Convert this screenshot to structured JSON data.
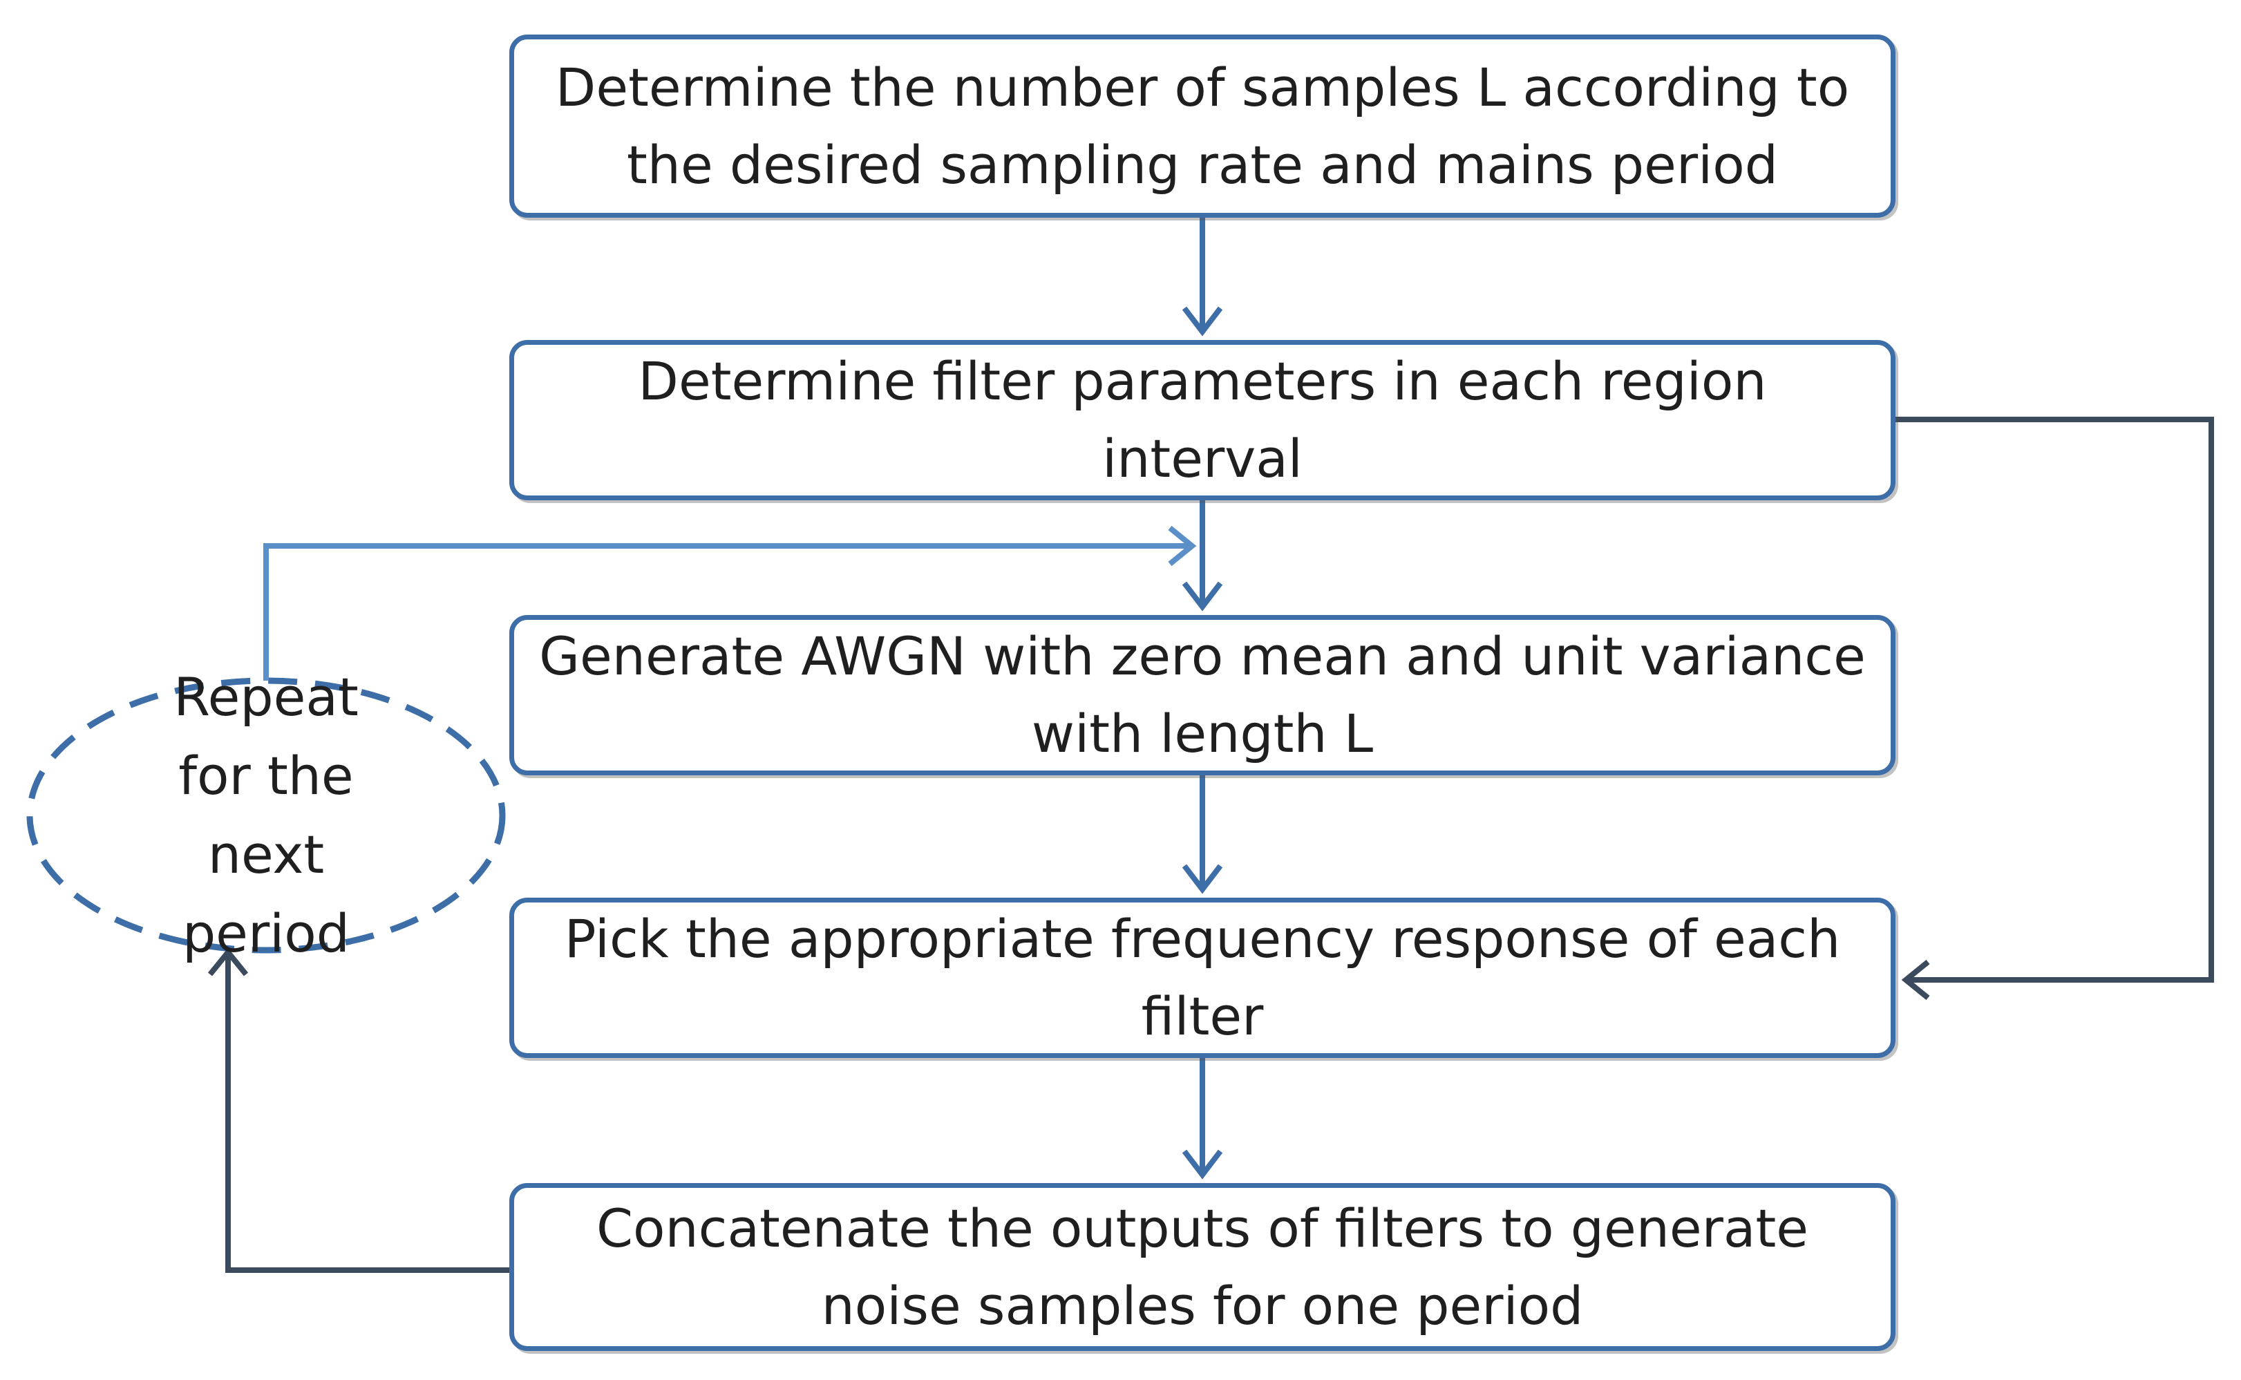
{
  "steps": [
    "Determine the number of samples L according to the desired sampling rate and mains period",
    "Determine filter parameters in each region interval",
    "Generate AWGN with zero mean and unit variance with length L",
    "Pick the appropriate frequency response of each filter",
    "Concatenate the outputs of filters to generate noise samples for one period"
  ],
  "loop_label": "Repeat for the next period",
  "colors": {
    "box_border": "#3e6ea7",
    "arrow_blue": "#3e6ea7",
    "arrow_dark": "#3b4a5c",
    "loop_arrow": "#5b8fc7"
  }
}
